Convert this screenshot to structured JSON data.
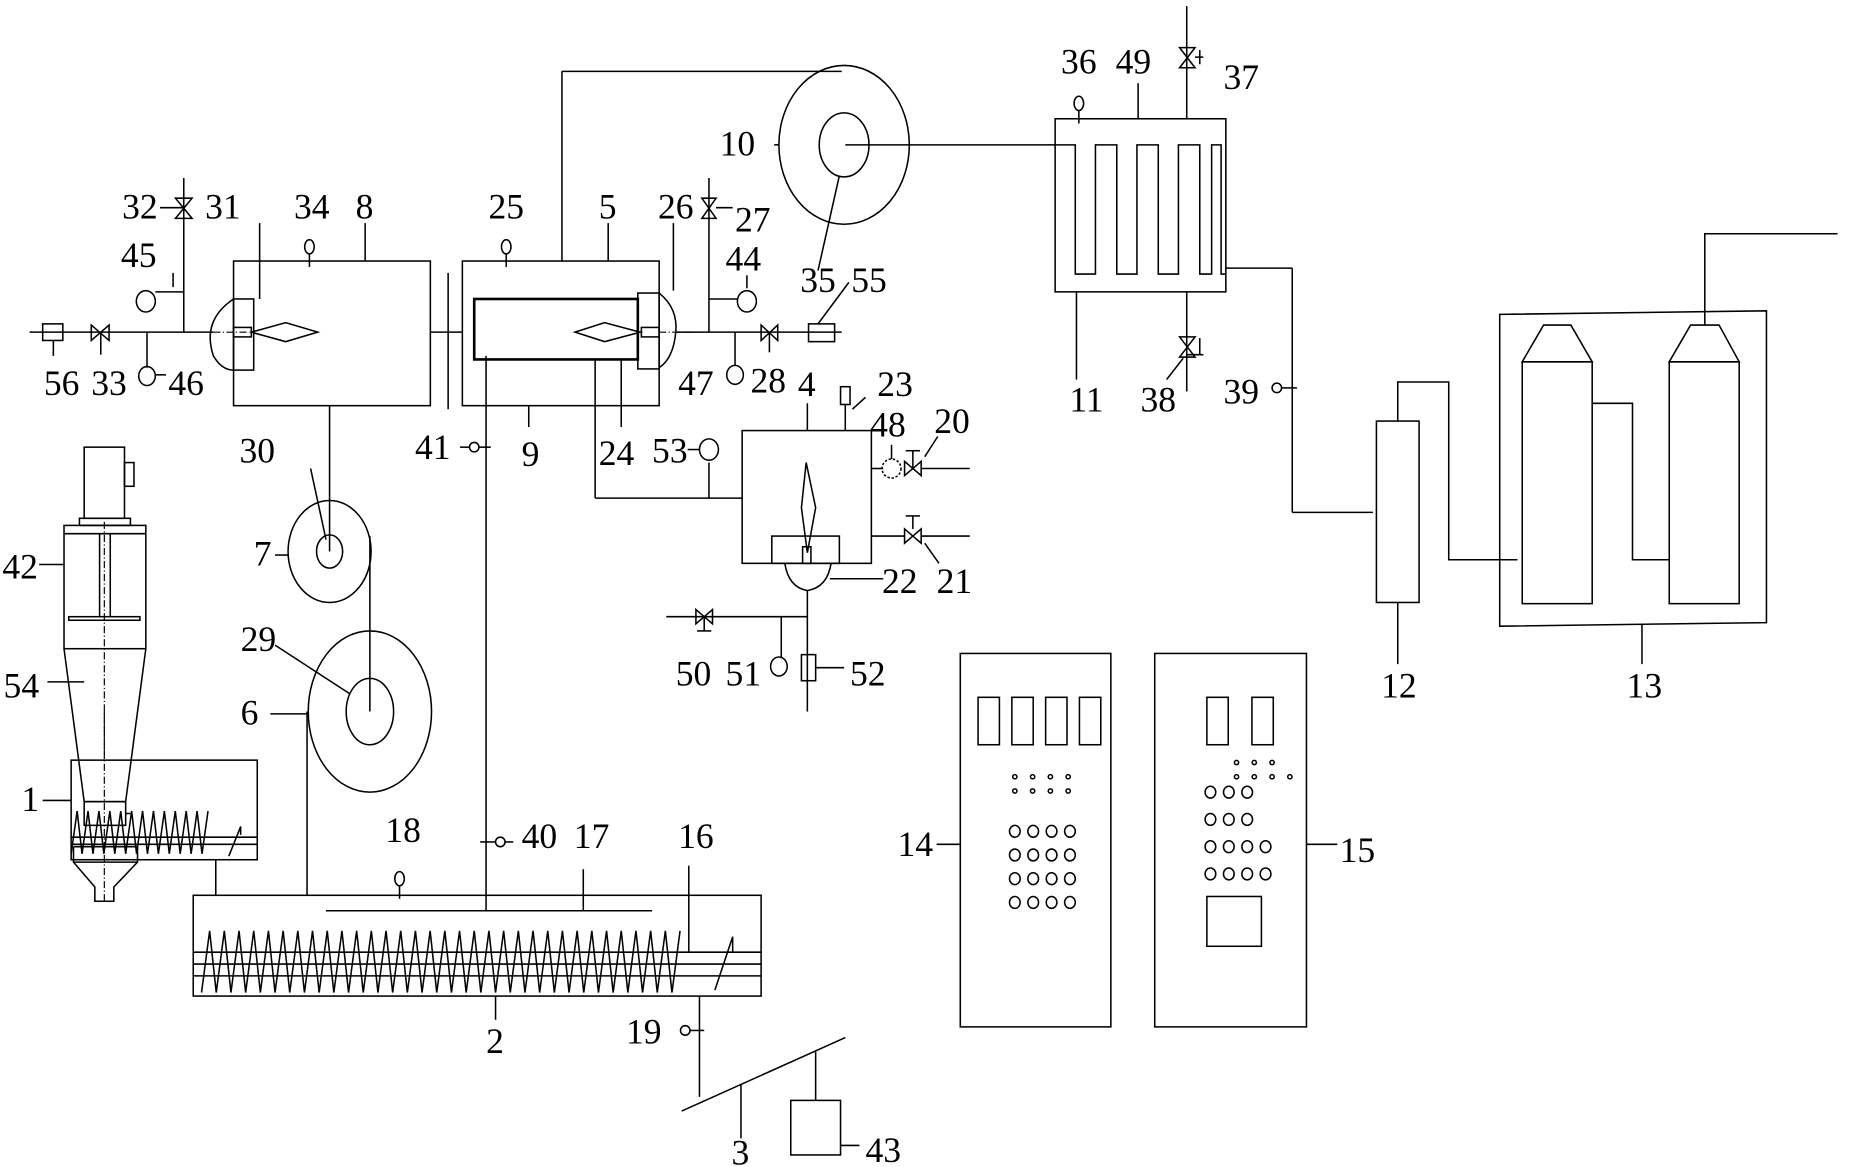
{
  "figure": {
    "type": "process flow diagram",
    "colors": {
      "line": "#000000",
      "background": "#ffffff"
    }
  },
  "labels": {
    "l1": "1",
    "l2": "2",
    "l3": "3",
    "l4": "4",
    "l5": "5",
    "l6": "6",
    "l7": "7",
    "l8": "8",
    "l9": "9",
    "l10": "10",
    "l11": "11",
    "l12": "12",
    "l13": "13",
    "l14": "14",
    "l15": "15",
    "l16": "16",
    "l17": "17",
    "l18": "18",
    "l19": "19",
    "l20": "20",
    "l21": "21",
    "l22": "22",
    "l23": "23",
    "l24": "24",
    "l25": "25",
    "l26": "26",
    "l27": "27",
    "l28": "28",
    "l29": "29",
    "l30": "30",
    "l31": "31",
    "l32": "32",
    "l33": "33",
    "l34": "34",
    "l35": "35",
    "l36": "36",
    "l37": "37",
    "l38": "38",
    "l39": "39",
    "l40": "40",
    "l41": "41",
    "l42": "42",
    "l43": "43",
    "l44": "44",
    "l45": "45",
    "l46": "46",
    "l47": "47",
    "l48": "48",
    "l49": "49",
    "l50": "50",
    "l51": "51",
    "l52": "52",
    "l53": "53",
    "l54": "54",
    "l55": "55",
    "l56": "56"
  },
  "components": [
    {
      "id": "1",
      "name": "feed-screw-conveyor"
    },
    {
      "id": "2",
      "name": "main-screw-reactor"
    },
    {
      "id": "3",
      "name": "discharge-chute"
    },
    {
      "id": "4",
      "name": "combustion-chamber"
    },
    {
      "id": "5",
      "name": "heating-furnace-right"
    },
    {
      "id": "6",
      "name": "cyclone-large"
    },
    {
      "id": "7",
      "name": "cyclone-small"
    },
    {
      "id": "8",
      "name": "heating-furnace-left"
    },
    {
      "id": "9",
      "name": "inner-tube"
    },
    {
      "id": "10",
      "name": "cyclone-upper"
    },
    {
      "id": "11",
      "name": "condenser"
    },
    {
      "id": "12",
      "name": "filter-column"
    },
    {
      "id": "13",
      "name": "adsorption-unit"
    },
    {
      "id": "14",
      "name": "control-cabinet-1"
    },
    {
      "id": "15",
      "name": "control-cabinet-2"
    },
    {
      "id": "42",
      "name": "feed-hopper"
    },
    {
      "id": "43",
      "name": "collection-box"
    }
  ],
  "panels": {
    "cabinet14": {
      "displays": 4,
      "indicator_rows": [
        4,
        4
      ],
      "button_rows": [
        4,
        4,
        4,
        4
      ]
    },
    "cabinet15": {
      "displays": 2,
      "indicator_rows": [
        3,
        4
      ],
      "button_rows": [
        3,
        3,
        4,
        4
      ],
      "screen": 1
    }
  }
}
